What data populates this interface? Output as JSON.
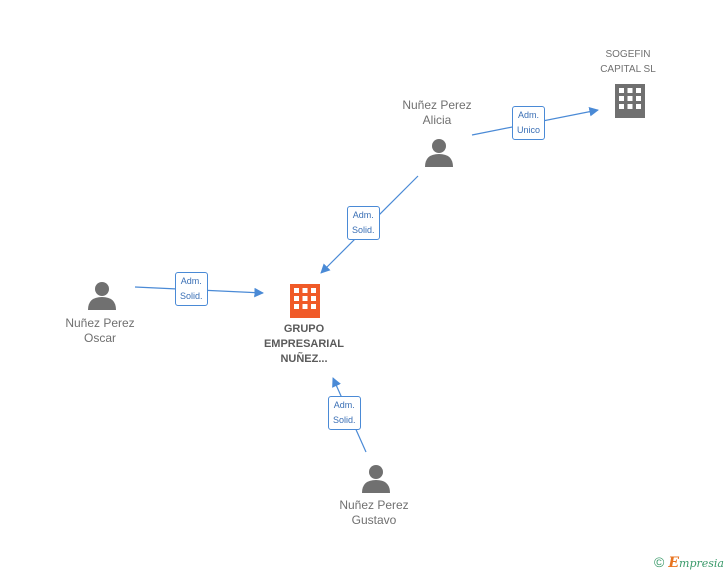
{
  "nodes": {
    "grupo": {
      "label": "GRUPO\nEMPRESARIAL\nNUÑEZ...",
      "icon": "building-icon",
      "color": "#f05a28"
    },
    "sogefin": {
      "label": "SOGEFIN\nCAPITAL SL",
      "icon": "building-icon",
      "color": "#707070"
    },
    "alicia": {
      "label": "Nuñez Perez\nAlicia",
      "icon": "person-icon"
    },
    "oscar": {
      "label": "Nuñez Perez\nOscar",
      "icon": "person-icon"
    },
    "gustavo": {
      "label": "Nuñez Perez\nGustavo",
      "icon": "person-icon"
    }
  },
  "edges": [
    {
      "from": "alicia",
      "to": "sogefin",
      "label": "Adm.\nUnico"
    },
    {
      "from": "alicia",
      "to": "grupo",
      "label": "Adm.\nSolid."
    },
    {
      "from": "oscar",
      "to": "grupo",
      "label": "Adm.\nSolid."
    },
    {
      "from": "gustavo",
      "to": "grupo",
      "label": "Adm.\nSolid."
    }
  ],
  "footer": {
    "copyright": "©",
    "brand_initial": "E",
    "brand_rest": "mpresia"
  },
  "colors": {
    "edge": "#4a8ad6",
    "person": "#707070",
    "accent": "#f05a28"
  }
}
